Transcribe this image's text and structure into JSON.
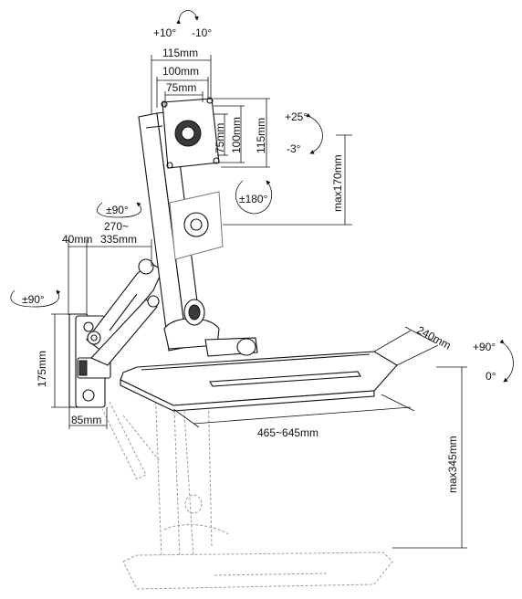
{
  "labels": {
    "tilt_up": "+10°",
    "tilt_down": "-10°",
    "vesa_115_top": "115mm",
    "vesa_100_top": "100mm",
    "vesa_75_top": "75mm",
    "vesa_75_side": "75mm",
    "vesa_100_side": "100mm",
    "vesa_115_side": "115mm",
    "tilt_plus25": "+25°",
    "tilt_minus3": "-3°",
    "rotation_180": "±180°",
    "height_max170": "max170mm",
    "arm_swivel_90": "±90°",
    "arm_reach_line1": "270~",
    "arm_reach_line2": "335mm",
    "arm_offset_40": "40mm",
    "wall_swivel_90": "±90°",
    "wall_plate_175": "175mm",
    "wall_plate_85": "85mm",
    "tray_depth_240": "240mm",
    "tray_tilt_plus90": "+90°",
    "tray_tilt_0": "0°",
    "tray_width": "465~645mm",
    "height_max345": "max345mm"
  }
}
